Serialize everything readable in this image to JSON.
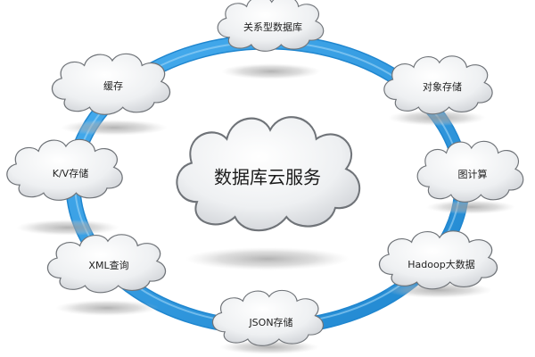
{
  "diagram": {
    "center": {
      "label": "数据库云服务"
    },
    "nodes": [
      {
        "id": "relational-db",
        "label": "关系型数据库"
      },
      {
        "id": "object-storage",
        "label": "对象存储"
      },
      {
        "id": "graph-compute",
        "label": "图计算"
      },
      {
        "id": "hadoop-bigdata",
        "label": "Hadoop大数据"
      },
      {
        "id": "json-storage",
        "label": "JSON存储"
      },
      {
        "id": "xml-query",
        "label": "XML查询"
      },
      {
        "id": "kv-storage",
        "label": "K/V存储"
      },
      {
        "id": "cache",
        "label": "缓存"
      }
    ],
    "colors": {
      "ring": "#2f9be0",
      "ring_highlight": "#9fd6f7",
      "cloud_fill": "#f3f4f6",
      "cloud_stroke": "#6f7378",
      "shadow": "#bfbfbf"
    }
  }
}
